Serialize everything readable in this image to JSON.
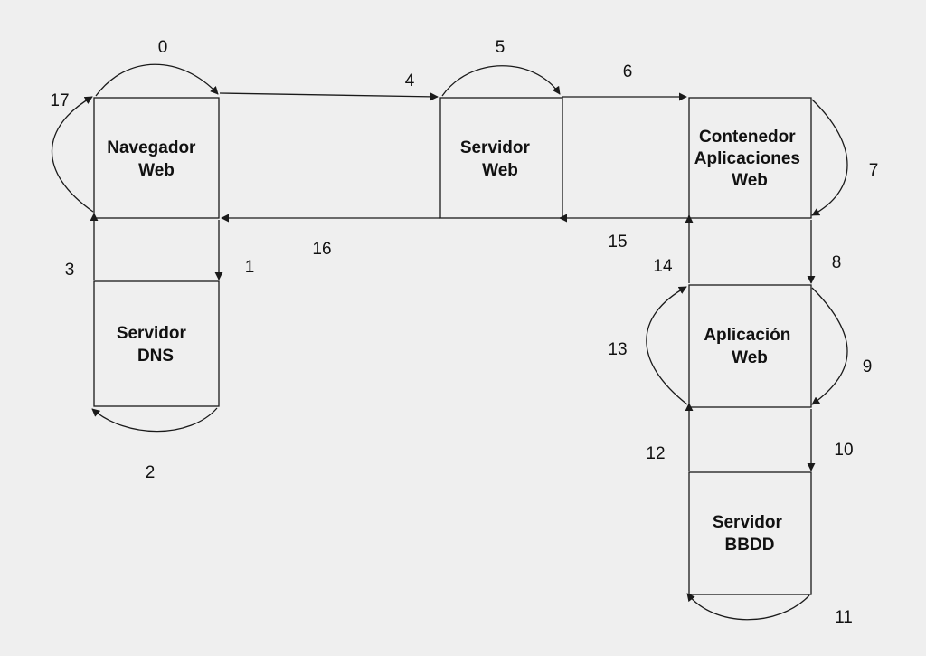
{
  "nodes": {
    "navegador": [
      "Navegador",
      "Web"
    ],
    "servidor_web": [
      "Servidor",
      "Web"
    ],
    "contenedor": [
      "Contenedor",
      "Aplicaciones",
      "Web"
    ],
    "dns": [
      "Servidor",
      "DNS"
    ],
    "aplicacion": [
      "Aplicación",
      "Web"
    ],
    "bbdd": [
      "Servidor",
      "BBDD"
    ]
  },
  "steps": [
    "0",
    "1",
    "2",
    "3",
    "4",
    "5",
    "6",
    "7",
    "8",
    "9",
    "10",
    "11",
    "12",
    "13",
    "14",
    "15",
    "16",
    "17"
  ],
  "colors": {
    "background": "#efefef",
    "stroke": "#1a1a1a"
  }
}
